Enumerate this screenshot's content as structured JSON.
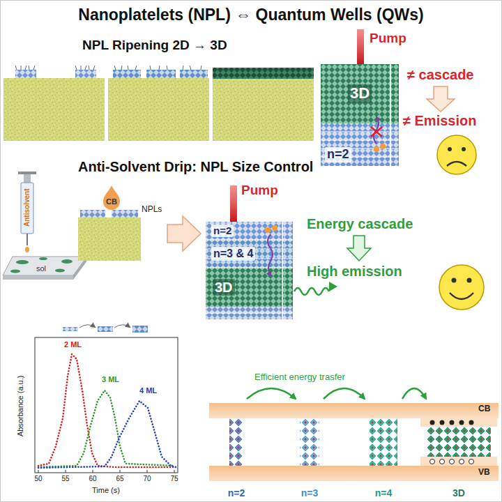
{
  "diagram": {
    "title": "Nanoplatelets (NPL) ⇔ Quantum Wells (QWs)",
    "nodes": [
      {
        "text": [
          "3D"
        ]
      },
      {
        "text": [
          "n=2"
        ]
      },
      {
        "text": [
          "n=2"
        ]
      },
      {
        "text": [
          "n=3 & 4"
        ]
      },
      {
        "text": [
          "3D"
        ]
      },
      {
        "text": [
          "n=2"
        ]
      },
      {
        "text": [
          "n=3"
        ]
      },
      {
        "text": [
          "n=4"
        ]
      },
      {
        "text": [
          "3D"
        ]
      }
    ],
    "edges": [
      {
        "from": 5,
        "to": 6,
        "arrow": "to"
      },
      {
        "from": 6,
        "to": 7,
        "arrow": "to"
      },
      {
        "from": 7,
        "to": 8,
        "arrow": "to"
      }
    ],
    "labels": [
      "NPL Ripening 2D → 3D",
      "Pump",
      "≠ cascade",
      "≠ Emission",
      "Anti-Solvent Drip: NPL Size Control",
      "Antisolvent",
      "sol",
      "CB",
      "NPLs",
      "Pump",
      "Energy cascade",
      "High emission",
      "2 ML",
      "3 ML",
      "4 ML",
      "Absorbance (a.u.)",
      "Time (s)",
      "50",
      "55",
      "60",
      "65",
      "70",
      "75",
      "Efficient energy trasfer",
      "CB",
      "VB"
    ]
  }
}
